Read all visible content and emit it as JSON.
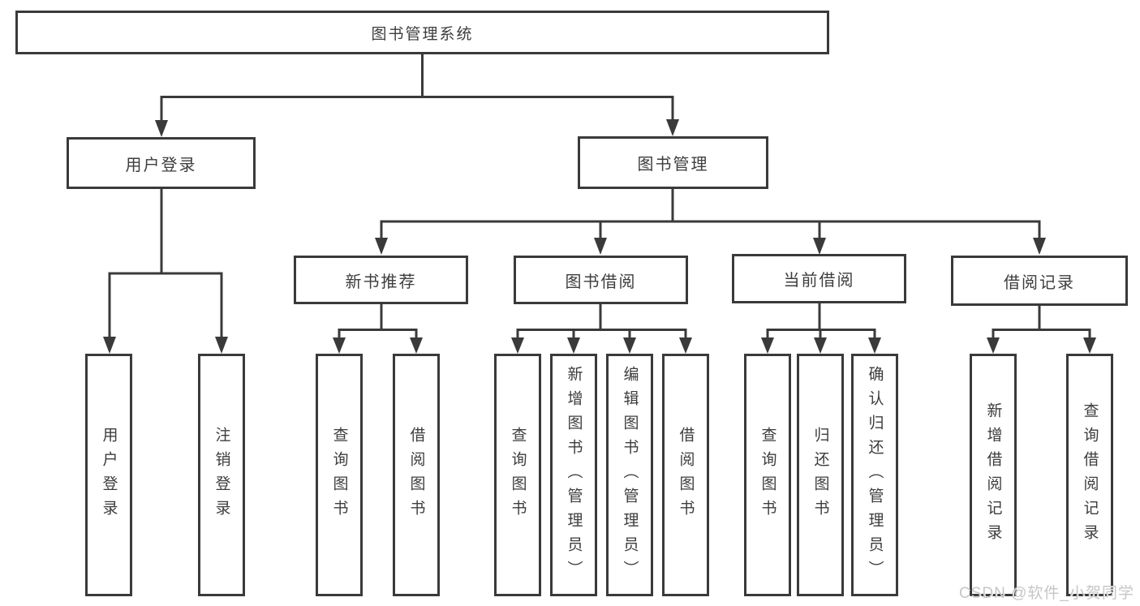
{
  "nodes": {
    "root": "图书管理系统",
    "userLogin": "用户登录",
    "bookMgmt": "图书管理",
    "newBookRec": "新书推荐",
    "bookBorrow": "图书借阅",
    "currentBorrow": "当前借阅",
    "borrowRecords": "借阅记录",
    "leafUserLogin": "用户登录",
    "leafLogout": "注销登录",
    "recQueryBooks": "查询图书",
    "recBorrowBooks": "借阅图书",
    "bbQueryBooks": "查询图书",
    "bbAddBooksAdmin": "新增图书（管理员）",
    "bbEditBooksAdmin": "编辑图书（管理员）",
    "bbBorrowBooks": "借阅图书",
    "cbQueryBooks": "查询图书",
    "cbReturnBooks": "归还图书",
    "cbConfirmReturnAdmin": "确认归还（管理员）",
    "brAddRecord": "新增借阅记录",
    "brQueryRecord": "查询借阅记录"
  },
  "watermark": {
    "text": "CSDN @软件_小贺同学"
  },
  "colors": {
    "line": "#3a3a3a",
    "text": "#3d3d3d",
    "box_background": "#ffffff",
    "watermark": "#c6c6c6"
  }
}
